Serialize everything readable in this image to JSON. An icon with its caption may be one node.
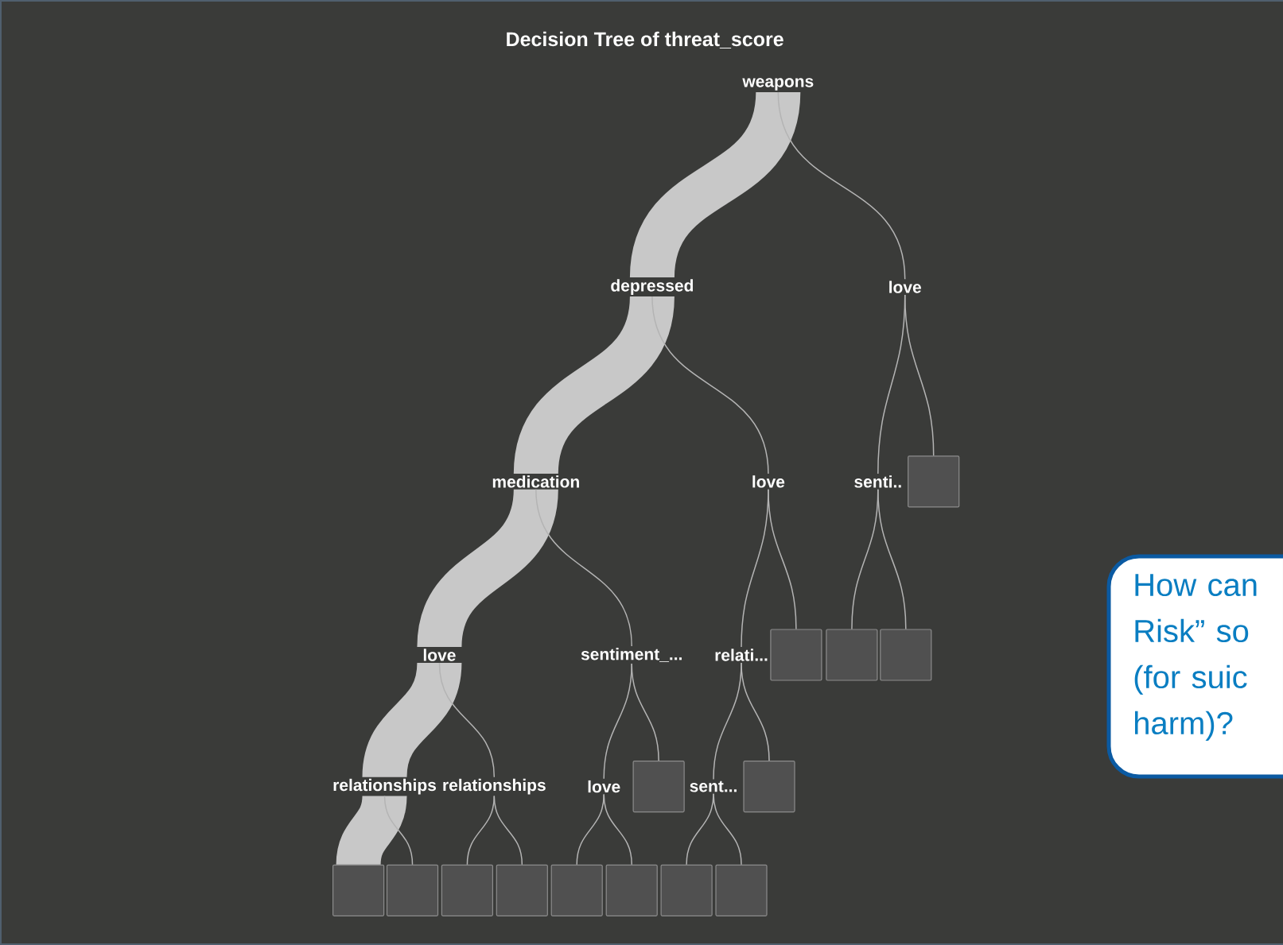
{
  "diagram": {
    "title": "Decision Tree of threat_score",
    "nodes": [
      {
        "text": [
          "weapons"
        ]
      },
      {
        "text": [
          "depressed"
        ]
      },
      {
        "text": [
          "love"
        ]
      },
      {
        "text": [
          "medication"
        ]
      },
      {
        "text": [
          "love"
        ]
      },
      {
        "text": [
          "senti.."
        ]
      },
      {
        "text": [],
        "shape": "box"
      },
      {
        "text": [
          "love"
        ]
      },
      {
        "text": [
          "sentiment_..."
        ]
      },
      {
        "text": [
          "relati..."
        ]
      },
      {
        "text": [],
        "shape": "box"
      },
      {
        "text": [],
        "shape": "box"
      },
      {
        "text": [],
        "shape": "box"
      },
      {
        "text": [
          "relationships"
        ]
      },
      {
        "text": [
          "relationships"
        ]
      },
      {
        "text": [
          "love"
        ]
      },
      {
        "text": [],
        "shape": "box"
      },
      {
        "text": [
          "sent..."
        ]
      },
      {
        "text": [],
        "shape": "box"
      },
      {
        "text": [],
        "shape": "box"
      },
      {
        "text": [],
        "shape": "box"
      },
      {
        "text": [],
        "shape": "box"
      },
      {
        "text": [],
        "shape": "box"
      },
      {
        "text": [],
        "shape": "box"
      },
      {
        "text": [],
        "shape": "box"
      },
      {
        "text": [],
        "shape": "box"
      },
      {
        "text": [],
        "shape": "box"
      },
      {
        "text": [
          "How can Risk” so (for suic harm)?"
        ]
      }
    ],
    "edges": [
      {
        "from": 0,
        "to": 1,
        "arrow": "none",
        "style": "thick"
      },
      {
        "from": 0,
        "to": 2,
        "arrow": "none"
      },
      {
        "from": 1,
        "to": 3,
        "arrow": "none",
        "style": "thick"
      },
      {
        "from": 1,
        "to": 4,
        "arrow": "none"
      },
      {
        "from": 2,
        "to": 5,
        "arrow": "none"
      },
      {
        "from": 2,
        "to": 6,
        "arrow": "none"
      },
      {
        "from": 3,
        "to": 7,
        "arrow": "none",
        "style": "thick"
      },
      {
        "from": 3,
        "to": 8,
        "arrow": "none"
      },
      {
        "from": 4,
        "to": 9,
        "arrow": "none"
      },
      {
        "from": 4,
        "to": 10,
        "arrow": "none"
      },
      {
        "from": 5,
        "to": 11,
        "arrow": "none"
      },
      {
        "from": 5,
        "to": 12,
        "arrow": "none"
      },
      {
        "from": 7,
        "to": 13,
        "arrow": "none",
        "style": "thick"
      },
      {
        "from": 7,
        "to": 14,
        "arrow": "none"
      },
      {
        "from": 8,
        "to": 15,
        "arrow": "none"
      },
      {
        "from": 8,
        "to": 16,
        "arrow": "none"
      },
      {
        "from": 9,
        "to": 17,
        "arrow": "none"
      },
      {
        "from": 9,
        "to": 18,
        "arrow": "none"
      },
      {
        "from": 13,
        "to": 19,
        "arrow": "none",
        "style": "thick"
      },
      {
        "from": 13,
        "to": 20,
        "arrow": "none"
      },
      {
        "from": 14,
        "to": 21,
        "arrow": "none"
      },
      {
        "from": 14,
        "to": 22,
        "arrow": "none"
      },
      {
        "from": 15,
        "to": 23,
        "arrow": "none"
      },
      {
        "from": 15,
        "to": 24,
        "arrow": "none"
      },
      {
        "from": 17,
        "to": 25,
        "arrow": "none"
      },
      {
        "from": 17,
        "to": 26,
        "arrow": "none"
      }
    ]
  }
}
